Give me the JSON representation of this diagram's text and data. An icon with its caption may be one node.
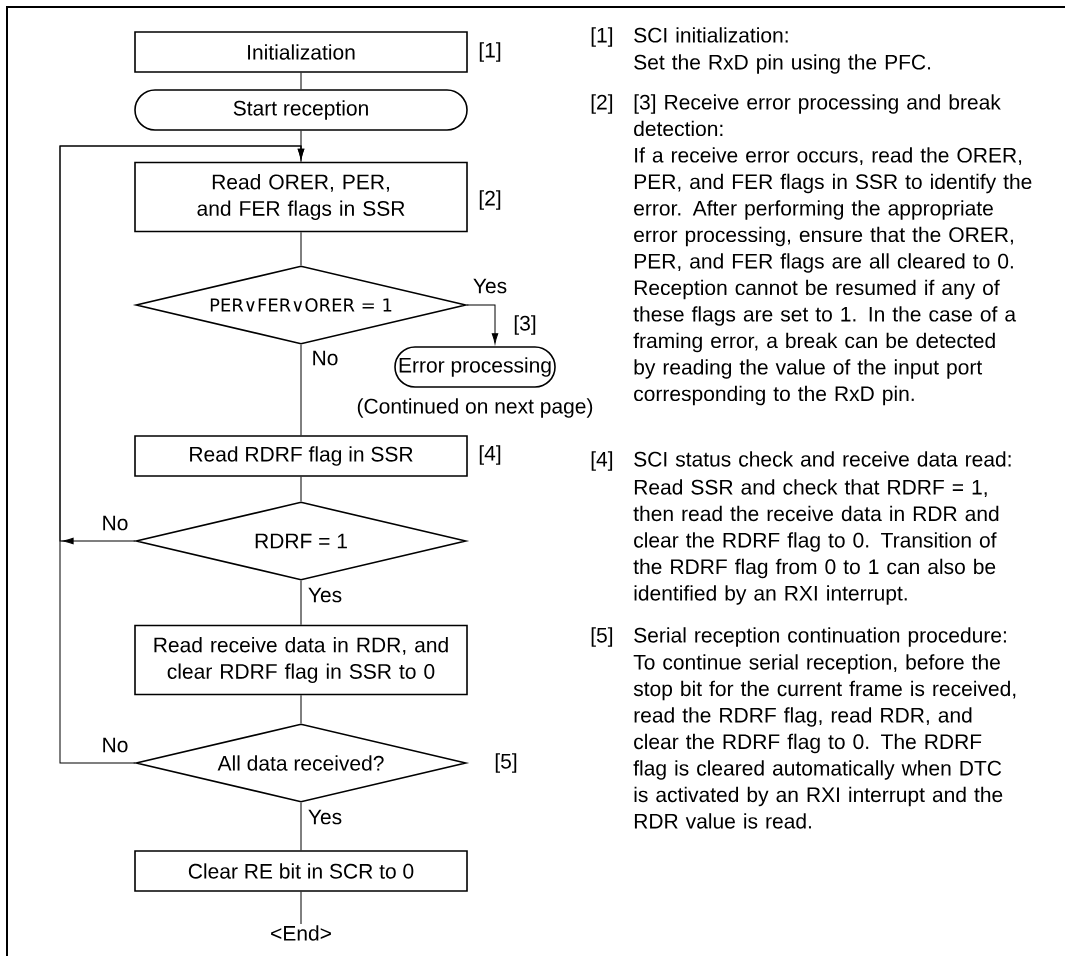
{
  "diagram": {
    "nodes": [
      {
        "text": [
          "Initialization"
        ],
        "beside": [
          "[1]"
        ]
      },
      {
        "text": [
          "Start reception"
        ]
      },
      {
        "text": [
          "Read ORER, PER, and FER flags in SSR"
        ],
        "beside": [
          "[2]"
        ]
      },
      {
        "text": [
          "PER∨FER∨ORER = 1"
        ]
      },
      {
        "text": [
          "Error processing"
        ],
        "beside": [
          "[3]",
          "(Continued on next page)"
        ]
      },
      {
        "text": [
          "Read RDRF flag in SSR"
        ],
        "beside": [
          "[4]"
        ]
      },
      {
        "text": [
          "RDRF = 1"
        ]
      },
      {
        "text": [
          "Read receive data in RDR, and clear RDRF flag in SSR to 0"
        ]
      },
      {
        "text": [
          "All data received?"
        ],
        "beside": [
          "[5]"
        ]
      },
      {
        "text": [
          "Clear RE bit in SCR to 0"
        ]
      },
      {
        "text": [
          "<End>"
        ]
      }
    ],
    "edges": [
      {
        "from": 0,
        "to": 1,
        "arrow": "none"
      },
      {
        "from": 1,
        "to": 2,
        "arrow": "none"
      },
      {
        "from": 2,
        "to": 3,
        "arrow": "none"
      },
      {
        "from": 3,
        "to": 4,
        "arrow": "to",
        "label": "Yes"
      },
      {
        "from": 3,
        "to": 5,
        "arrow": "none",
        "label": "No"
      },
      {
        "from": 5,
        "to": 6,
        "arrow": "none"
      },
      {
        "from": 6,
        "to": 2,
        "arrow": "to",
        "label": "No"
      },
      {
        "from": 6,
        "to": 7,
        "arrow": "none",
        "label": "Yes"
      },
      {
        "from": 7,
        "to": 8,
        "arrow": "none"
      },
      {
        "from": 8,
        "to": 2,
        "arrow": "to",
        "label": "No"
      },
      {
        "from": 8,
        "to": 9,
        "arrow": "none",
        "label": "Yes"
      },
      {
        "from": 9,
        "to": 10,
        "arrow": "none"
      }
    ],
    "labels": [
      "[1]",
      "SCI initialization:",
      "Set the RxD pin using the PFC.",
      "[2]",
      "[3] Receive error processing and break detection:",
      "If a receive error occurs, read the ORER, PER, and FER flags in SSR to identify the error. After performing the appropriate error processing, ensure that the ORER, PER, and FER flags are all cleared to 0. Reception cannot be resumed if any of these flags are set to 1. In the case of a framing error, a break can be detected by reading the value of the input port corresponding to the RxD pin.",
      "[4]",
      "SCI status check and receive data read:",
      "Read SSR and check that RDRF = 1, then read the receive data in RDR and clear the RDRF flag to 0. Transition of the RDRF flag from 0 to 1 can also be identified by an RXI interrupt.",
      "[5]",
      "Serial reception continuation procedure:",
      "To continue serial reception, before the stop bit for the current frame is received, read the RDRF flag, read RDR, and clear the RDRF flag to 0. The RDRF flag is cleared automatically when DTC is activated by an RXI interrupt and the RDR value is read."
    ]
  }
}
